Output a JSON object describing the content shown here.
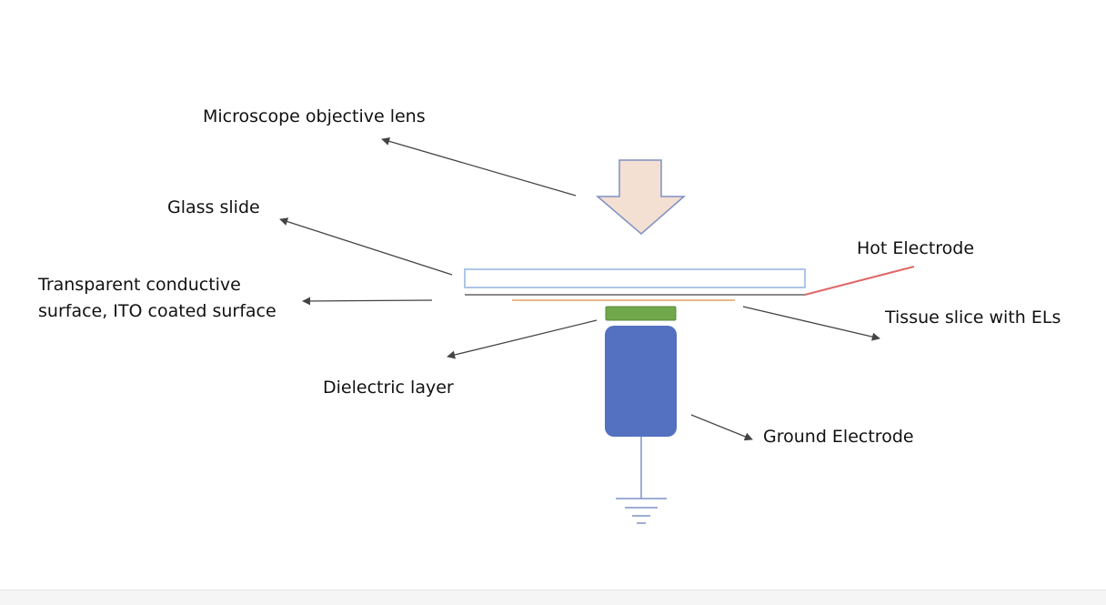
{
  "labels": {
    "objective_lens": "Microscope objective lens",
    "glass_slide": "Glass slide",
    "ito_line1": "Transparent conductive",
    "ito_line2": "surface, ITO coated surface",
    "hot_electrode": "Hot Electrode",
    "tissue_slice": "Tissue slice with ELs",
    "dielectric": "Dielectric layer",
    "ground_electrode": "Ground Electrode"
  },
  "colors": {
    "arrow_fill": "#f3e0d3",
    "arrow_stroke": "#7f90c0",
    "slide_stroke": "#aec6e8",
    "ito_line": "#8a8a8a",
    "tissue": "#e8b889",
    "dielectric_fill": "#70a84b",
    "ground_fill": "#5470c0",
    "hot_wire": "#e06767",
    "ground_symbol": "#7f92c6",
    "leader": "#444444"
  }
}
